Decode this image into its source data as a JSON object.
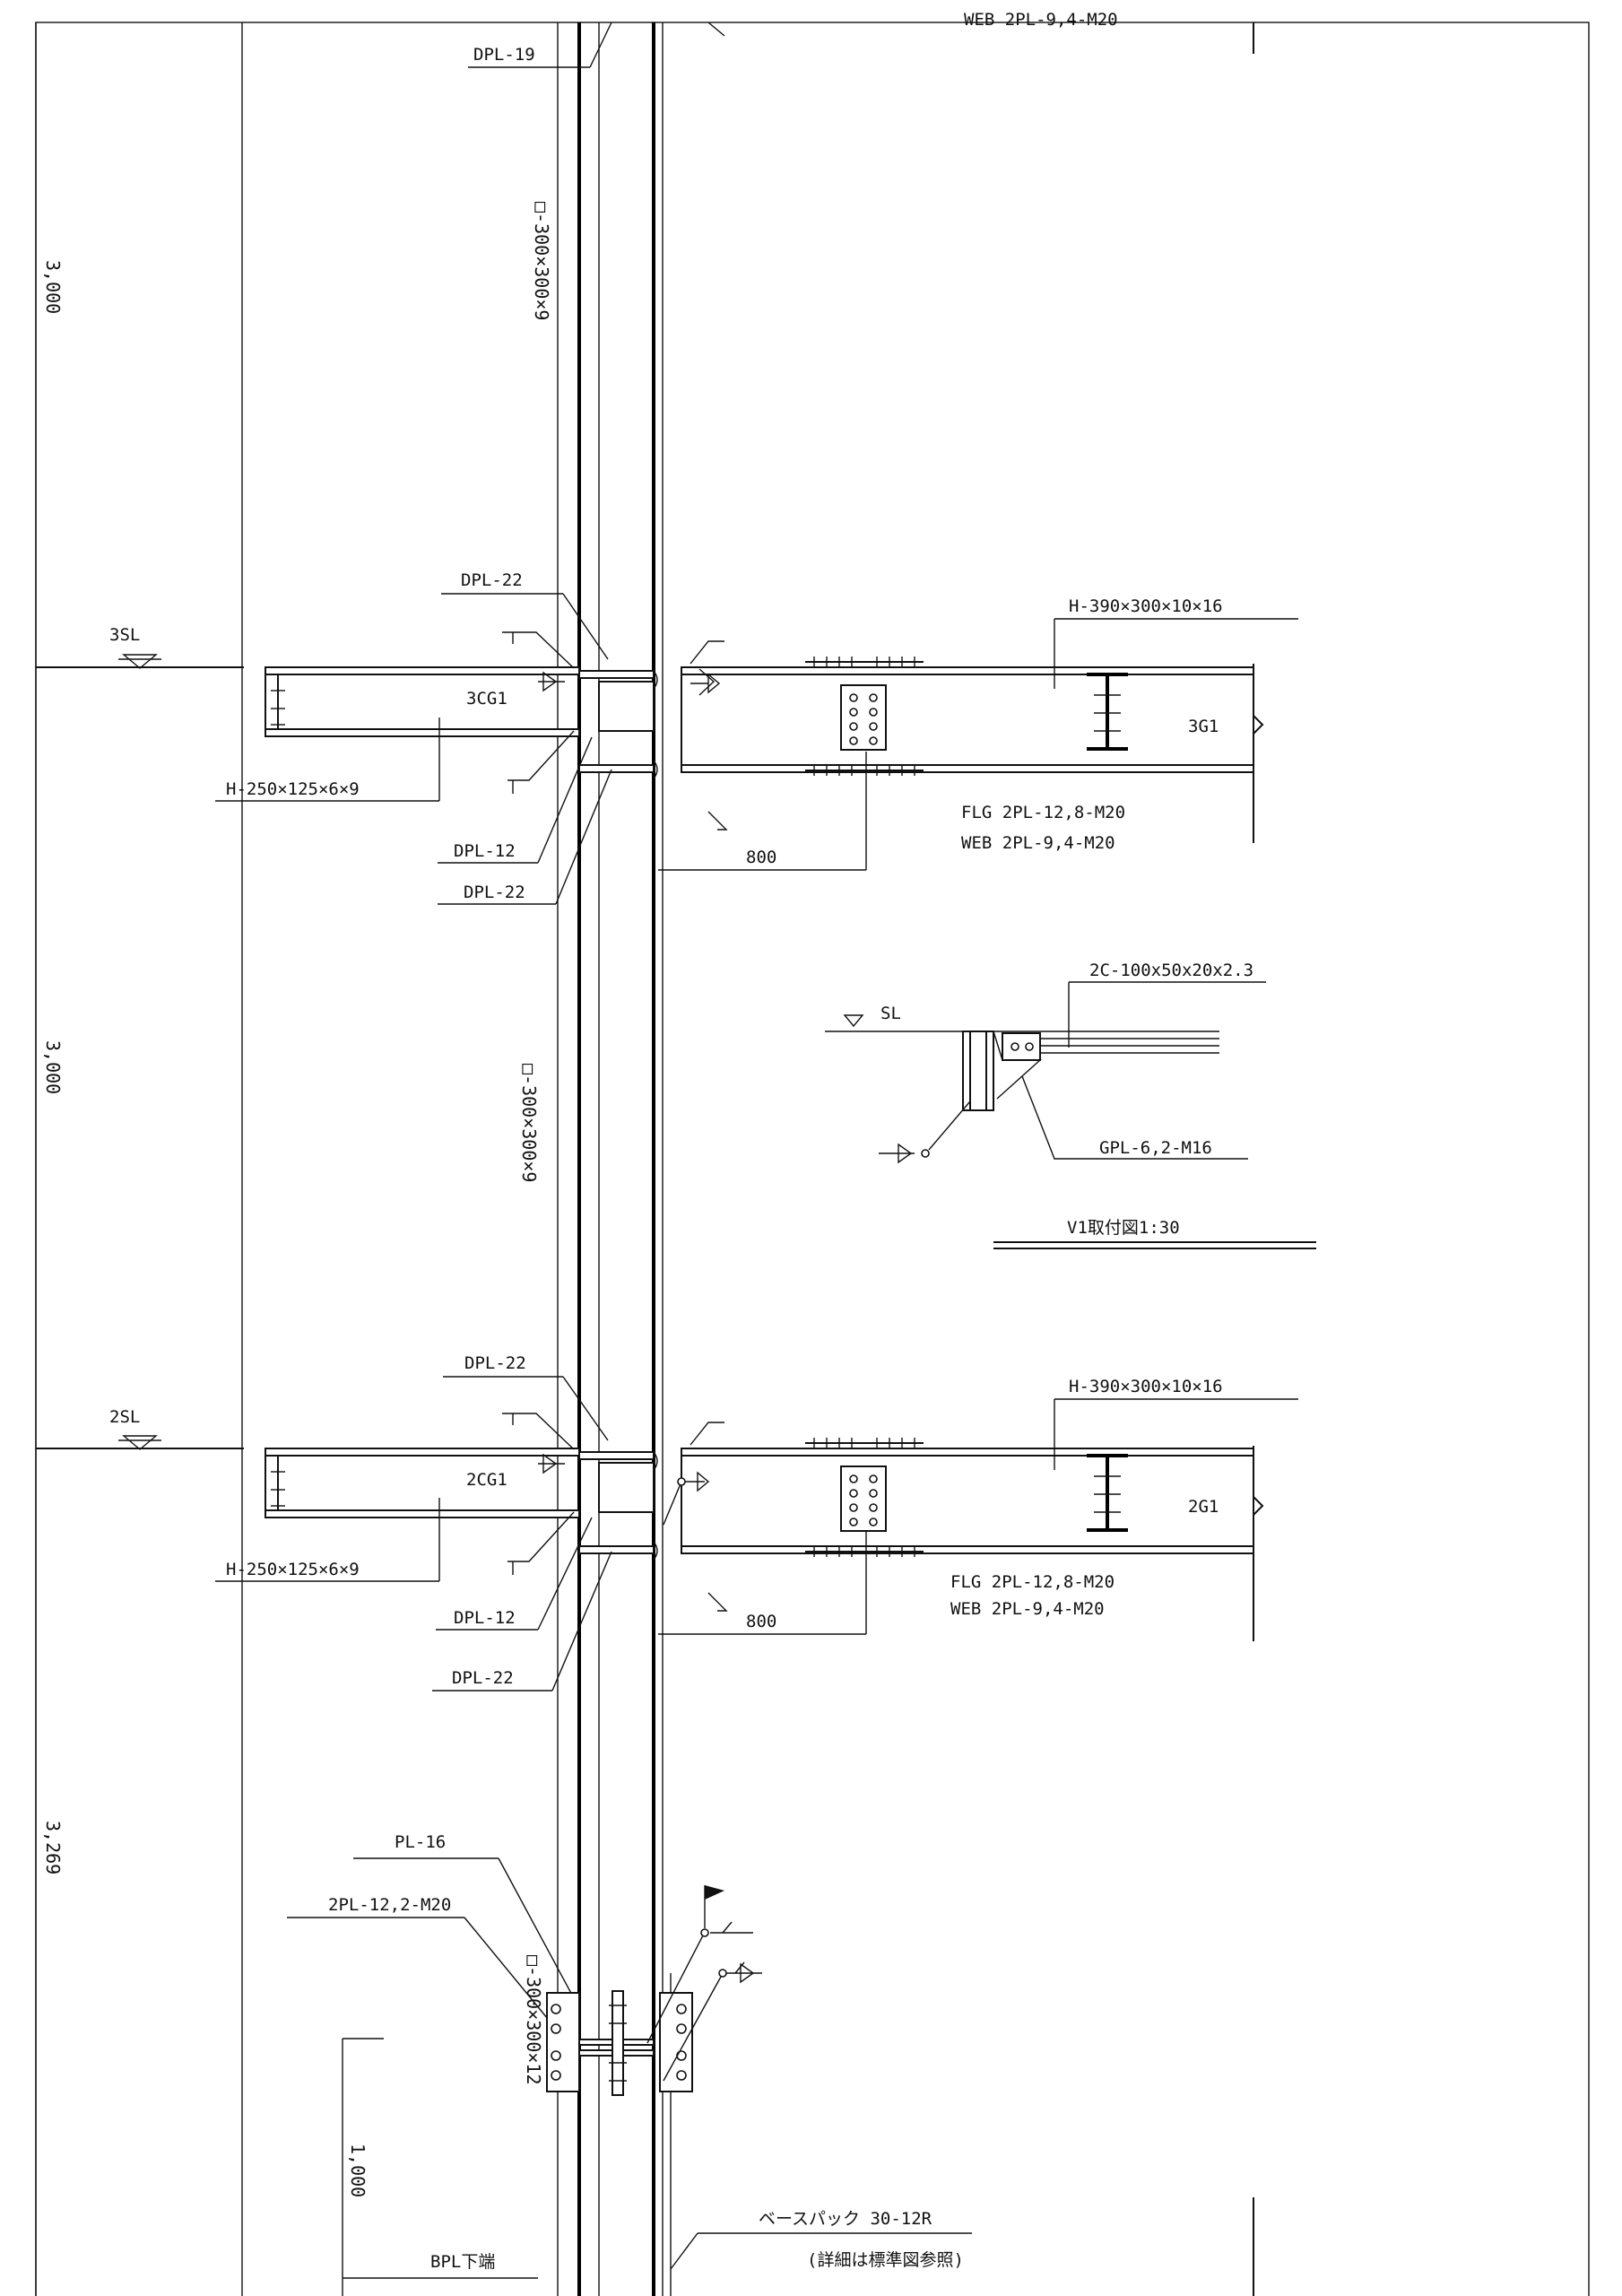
{
  "labels": {
    "dpl_19": "DPL-19",
    "web_top": "WEB 2PL-9,4-M20",
    "col_upper": "□-300×300×9",
    "col_mid": "□-300×300×9",
    "col_base": "□-300×300×12",
    "dim_upper": "3,000",
    "dim_mid": "3,000",
    "dim_lower": "3,269",
    "dim_base": "1,000",
    "level_3": "3SL",
    "level_2": "2SL",
    "f3": {
      "dpl_22_top": "DPL-22",
      "girder_big": "H-390×300×10×16",
      "girder_small": "H-250×125×6×9",
      "cg_tag": "3CG1",
      "g_tag": "3G1",
      "dpl_12": "DPL-12",
      "dpl_22_bot": "DPL-22",
      "splice_dim": "800",
      "flg": "FLG 2PL-12,8-M20",
      "web": "WEB 2PL-9,4-M20"
    },
    "f2": {
      "dpl_22_top": "DPL-22",
      "girder_big": "H-390×300×10×16",
      "girder_small": "H-250×125×6×9",
      "cg_tag": "2CG1",
      "g_tag": "2G1",
      "dpl_12": "DPL-12",
      "dpl_22_bot": "DPL-22",
      "splice_dim": "800",
      "flg": "FLG 2PL-12,8-M20",
      "web": "WEB 2PL-9,4-M20"
    },
    "v1": {
      "channel": "2C-100x50x20x2.3",
      "sl": "SL",
      "gpl": "GPL-6,2-M16",
      "title": "V1取付図1:30"
    },
    "base": {
      "pl_16": "PL-16",
      "splice": "2PL-12,2-M20",
      "base_pack": "ベースパック 30-12R",
      "detail_note": "(詳細は標準図参照)",
      "bpl_bottom": "BPL下端"
    }
  },
  "icons": [
    "level-triangle-icon",
    "weld-flag-icon",
    "weld-arrow-icon",
    "bolt-icon",
    "break-line-icon"
  ]
}
